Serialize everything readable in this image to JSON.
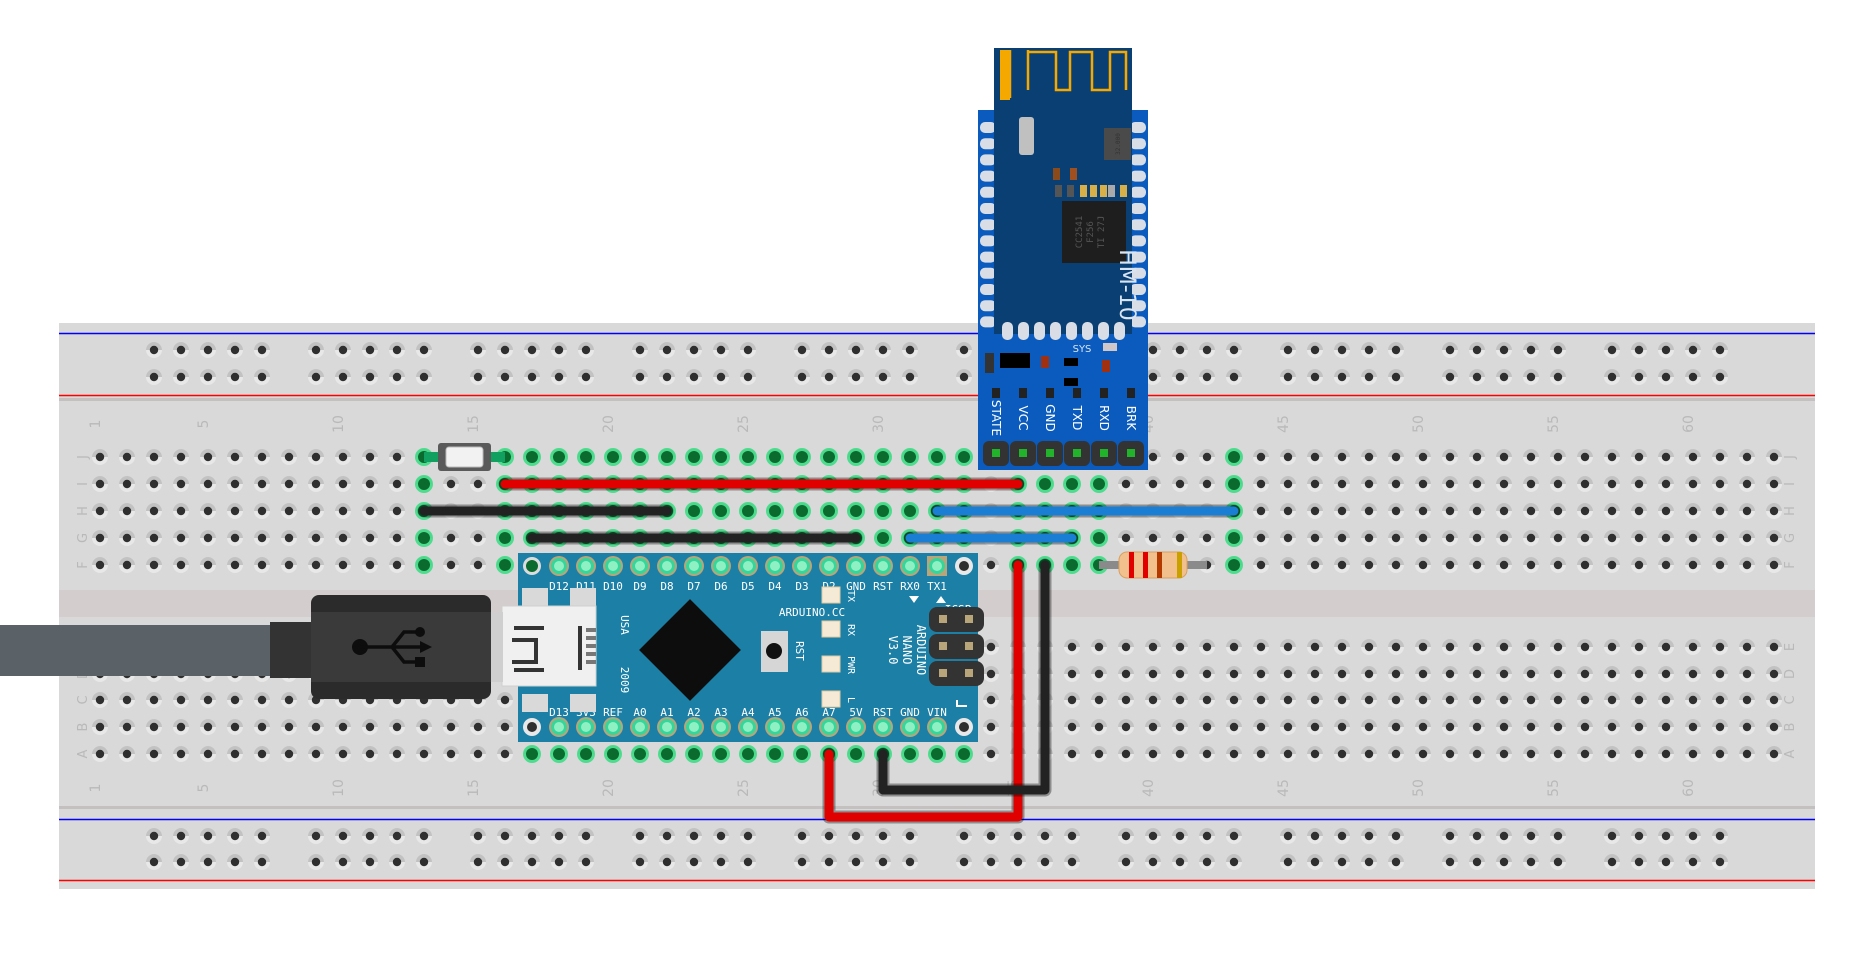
{
  "breadboard": {
    "columns": 63,
    "rows_top": [
      "J",
      "I",
      "H",
      "G",
      "F"
    ],
    "rows_bottom": [
      "E",
      "D",
      "C",
      "B",
      "A"
    ],
    "column_labels": [
      1,
      5,
      10,
      15,
      20,
      25,
      30,
      35,
      40,
      45,
      50,
      55,
      60
    ],
    "rail_color_negative": "#0000ff",
    "rail_color_positive": "#ff0000",
    "body_color": "#d9d9d9"
  },
  "hm10": {
    "model_label": "HM-10",
    "chip_lines": [
      "CC2541",
      "F256",
      "TI 27J"
    ],
    "crystal_label": "32.000",
    "sys_label": "SYS",
    "pins": [
      "STATE",
      "VCC",
      "GND",
      "TXD",
      "RXD",
      "BRK"
    ]
  },
  "nano": {
    "top_pins": [
      "D12",
      "D11",
      "D10",
      "D9",
      "D8",
      "D7",
      "D6",
      "D5",
      "D4",
      "D3",
      "D2",
      "GND",
      "RST",
      "RX0",
      "TX1"
    ],
    "bottom_pins": [
      "D13",
      "3V3",
      "REF",
      "A0",
      "A1",
      "A2",
      "A3",
      "A4",
      "A5",
      "A6",
      "A7",
      "5V",
      "RST",
      "GND",
      "VIN"
    ],
    "brand": "ARDUINO.CC",
    "name_lines": [
      "ARDUINO",
      "NANO",
      "V3.0"
    ],
    "icsp_label": "ICSP",
    "usa_label": "USA",
    "year_label": "2009",
    "rst_label": "RST",
    "leds": [
      "TX",
      "RX",
      "PWR",
      "L"
    ]
  },
  "usb_cable": {
    "icon": "usb-icon"
  },
  "wires": [
    {
      "name": "wire-red-vcc",
      "color": "#e00000",
      "from": "I16",
      "to": "I35"
    },
    {
      "name": "wire-black-gnd-1",
      "color": "#222222",
      "from": "H13",
      "to": "H22"
    },
    {
      "name": "wire-black-gnd-2",
      "color": "#222222",
      "from": "G17",
      "to": "G29"
    },
    {
      "name": "wire-blue-txd",
      "color": "#1a7fd4",
      "from": "H32",
      "to": "H43"
    },
    {
      "name": "wire-blue-rxd",
      "color": "#1a7fd4",
      "from": "G31",
      "to": "G37"
    },
    {
      "name": "wire-red-5v",
      "color": "#e00000",
      "from": "A28",
      "to": "F35"
    },
    {
      "name": "wire-black-gnd-3",
      "color": "#222222",
      "from": "A30",
      "to": "F36"
    }
  ],
  "resistor": {
    "from": "F38",
    "to": "F42",
    "bands": [
      "#e00000",
      "#e00000",
      "#b33900",
      "#c9a000"
    ]
  },
  "pushbutton": {
    "from": "J13",
    "to": "J16"
  }
}
